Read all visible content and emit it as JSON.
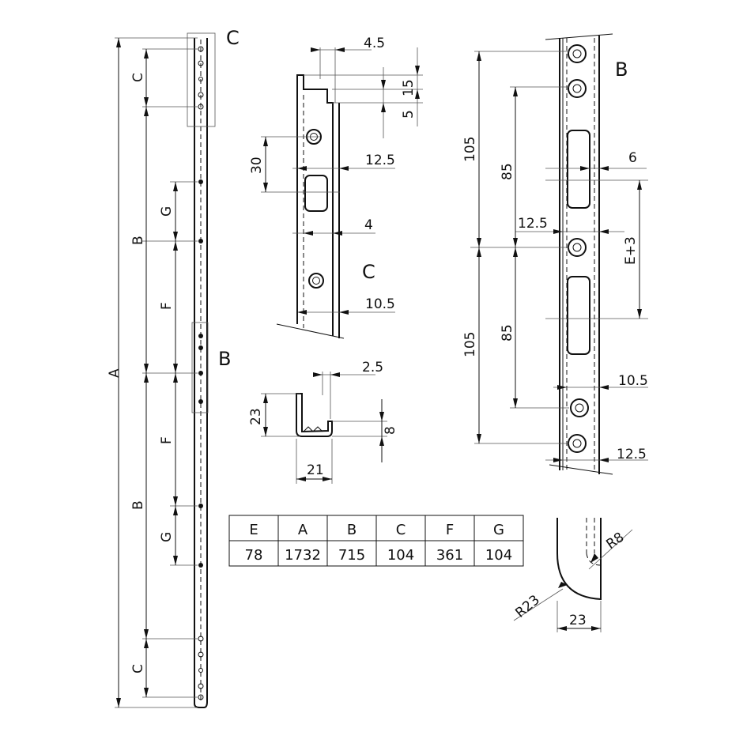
{
  "left_view": {
    "overall": "A",
    "c_top": "C",
    "b_top": "B",
    "g_top": "G",
    "f_top": "F",
    "f_bottom": "F",
    "b_bottom": "B",
    "g_bottom": "G",
    "c_bottom": "C",
    "detail_c_label": "C",
    "detail_b_label": "B"
  },
  "detail_c": {
    "dim_4_5": "4.5",
    "dim_15": "15",
    "dim_5": "5",
    "dim_30": "30",
    "dim_12_5": "12.5",
    "dim_4": "4",
    "label": "C",
    "dim_10_5": "10.5"
  },
  "profile": {
    "dim_2_5": "2.5",
    "dim_23": "23",
    "dim_8": "8",
    "dim_21": "21"
  },
  "detail_b": {
    "label": "B",
    "dim_105_top": "105",
    "dim_85_top": "85",
    "dim_6": "6",
    "dim_12_5_mid": "12.5",
    "dim_e3": "E+3",
    "dim_105_bottom": "105",
    "dim_85_bottom": "85",
    "dim_10_5": "10.5",
    "dim_12_5_bottom": "12.5"
  },
  "table": {
    "headers": [
      "E",
      "A",
      "B",
      "C",
      "F",
      "G"
    ],
    "values": [
      "78",
      "1732",
      "715",
      "104",
      "361",
      "104"
    ]
  },
  "corner_detail": {
    "r8": "R8",
    "r23": "R23",
    "dim_23": "23"
  }
}
